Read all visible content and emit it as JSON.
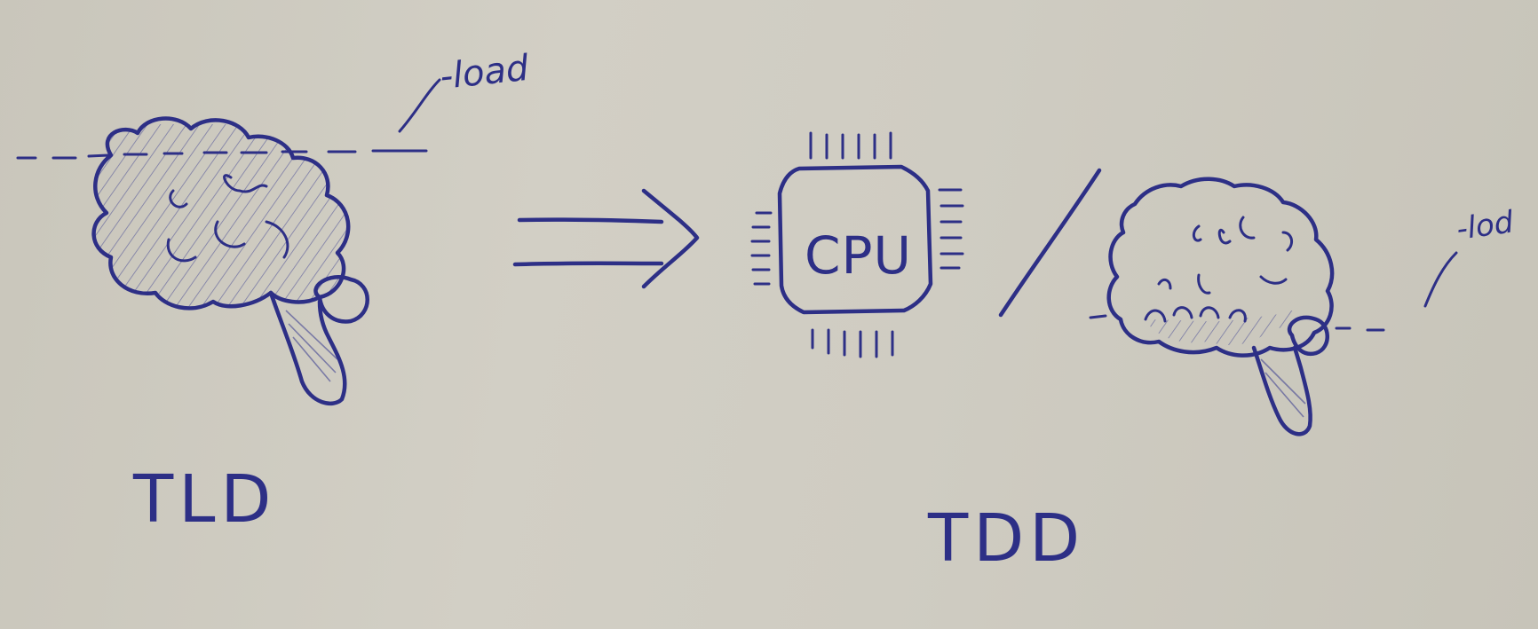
{
  "diagram": {
    "ink_color": "#2d2f86",
    "paper_color": "#cfccc2",
    "left": {
      "caption": "TLD",
      "load_label": "-load"
    },
    "arrow": "implies",
    "right": {
      "cpu_label": "CPU",
      "separator": "/",
      "load_label": "-lod",
      "caption": "TDD"
    }
  }
}
